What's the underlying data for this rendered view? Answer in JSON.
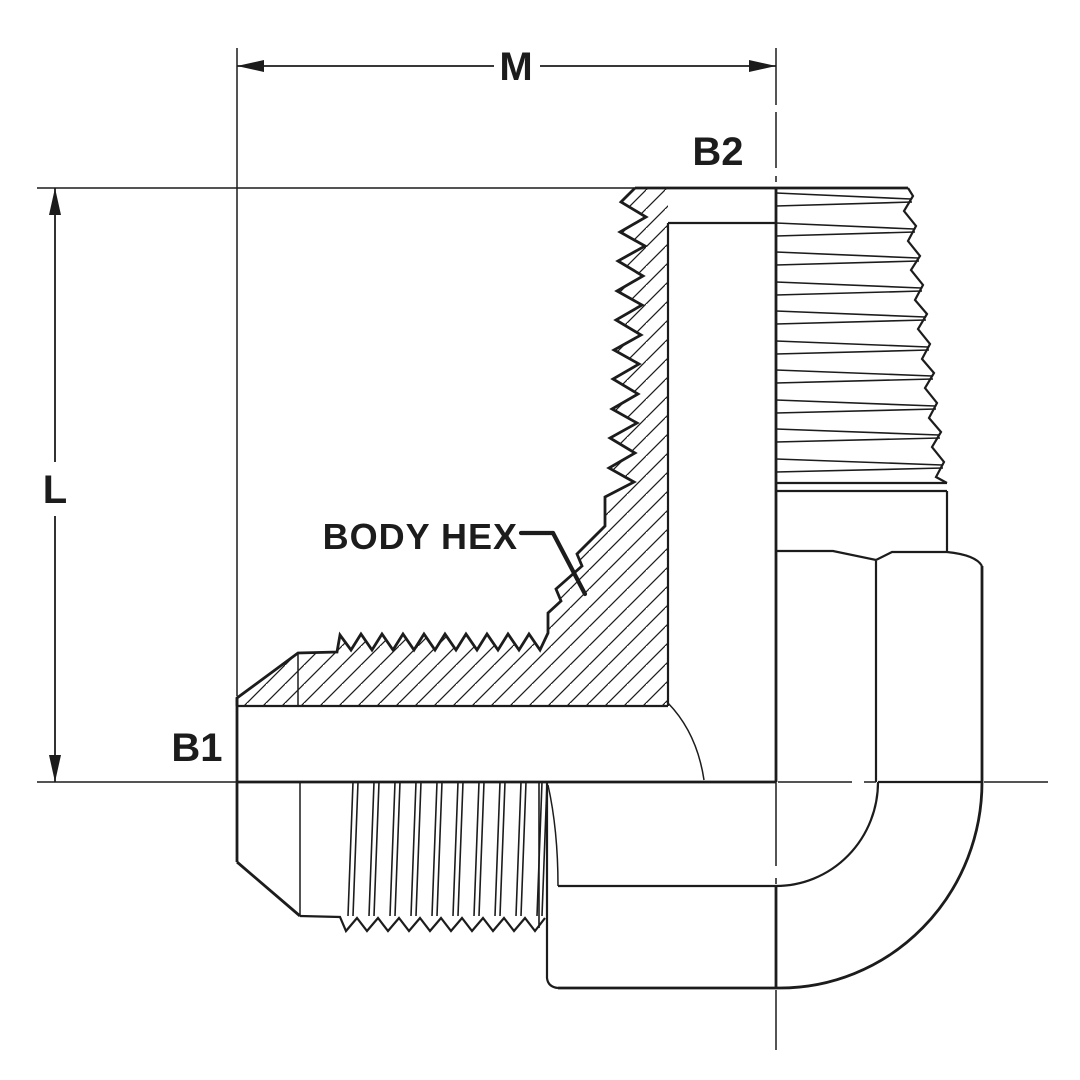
{
  "page": {
    "background": "#ffffff"
  },
  "drawing": {
    "type": "engineering-cross-section",
    "subject": "90-degree male elbow fitting, half-section technical drawing",
    "line_color": "#1c1c1c",
    "labels": {
      "dim_m": "M",
      "dim_l": "L",
      "port_bottom": "B1",
      "port_top": "B2",
      "hex_callout": "BODY HEX"
    }
  }
}
